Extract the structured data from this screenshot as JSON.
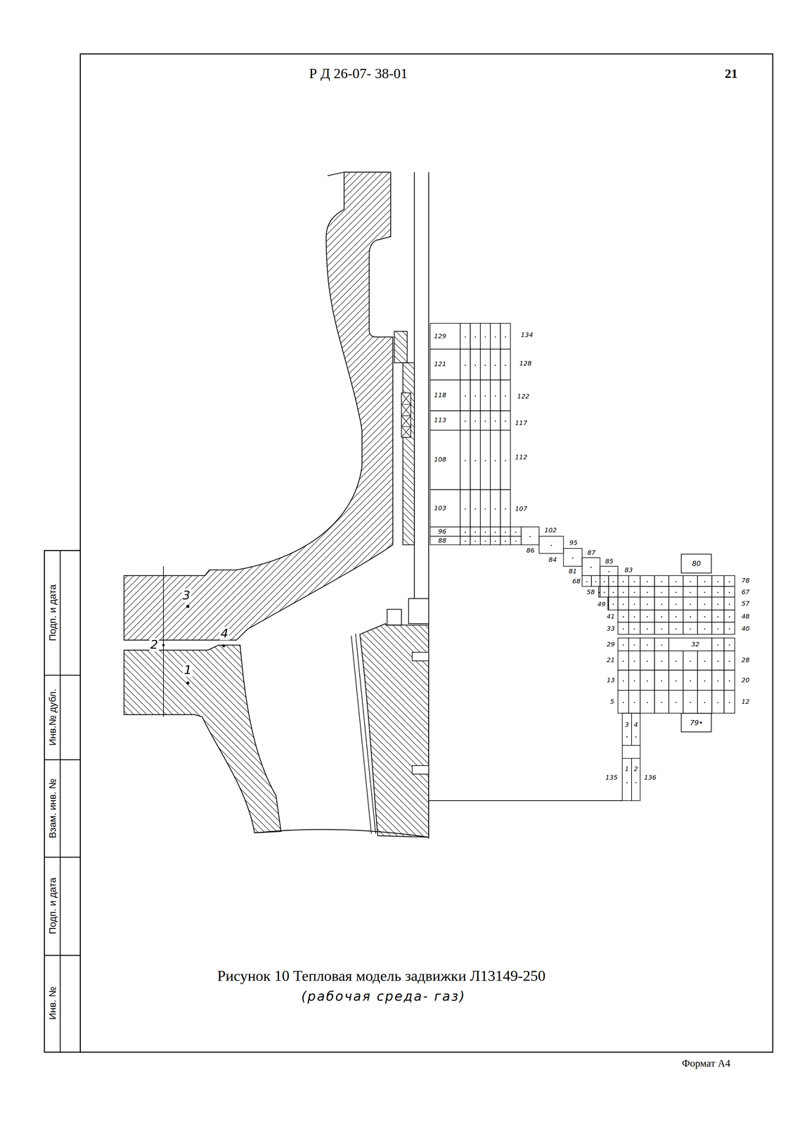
{
  "diagram": {
    "title": "Р Д 26-07- 38-01",
    "caption": "Рисунок 10 Тепловая модель задвижки Л13149-250",
    "nodes": [
      {
        "text": [
          "80"
        ]
      },
      {
        "text": [
          "79•"
        ]
      }
    ],
    "labels": [
      "21",
      "Подп. и дата",
      "Инв.№ дубл.",
      "Взам. инв. №",
      "Подп. и дата",
      "Инв. №",
      "3",
      "2",
      "1",
      "4",
      "129",
      "134",
      "121",
      "128",
      "118",
      "122",
      "113",
      "117",
      "108",
      "112",
      "103",
      "107",
      "96",
      "102",
      "88",
      "86",
      "95",
      "84",
      "87",
      "81",
      "85",
      "68",
      "83",
      "78",
      "58",
      "67",
      "49",
      "57",
      "41",
      "48",
      "33",
      "40",
      "29",
      "32",
      "21",
      "28",
      "13",
      "20",
      "5",
      "12",
      "3",
      "4",
      "135",
      "1",
      "2",
      "136",
      "(рабочая среда- газ)",
      "Формат А4"
    ]
  }
}
